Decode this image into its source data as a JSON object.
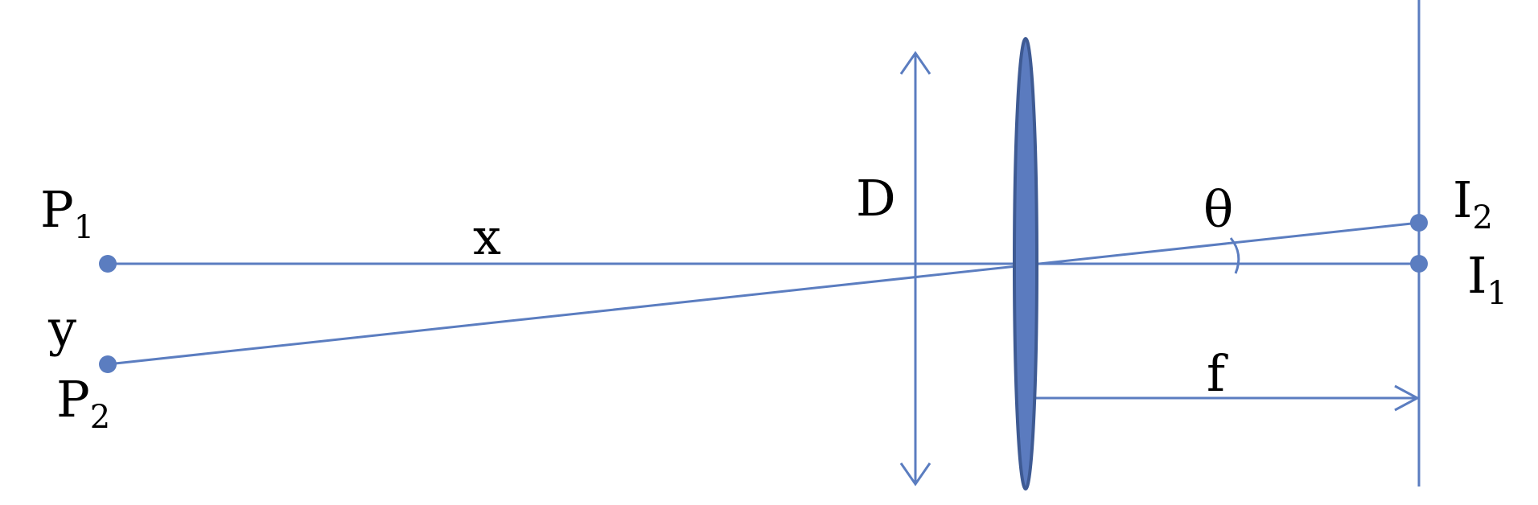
{
  "colors": {
    "line": "#5B7DC0",
    "lens_fill": "#5B7BBF",
    "lens_edge": "#3E5A93",
    "text": "#000000"
  },
  "labels": {
    "p1": {
      "main": "P",
      "sub": "1"
    },
    "p2": {
      "main": "P",
      "sub": "2"
    },
    "i1": {
      "main": "I",
      "sub": "1"
    },
    "i2": {
      "main": "I",
      "sub": "2"
    },
    "x": "x",
    "y": "y",
    "d": "D",
    "f": "f",
    "theta": "θ"
  }
}
